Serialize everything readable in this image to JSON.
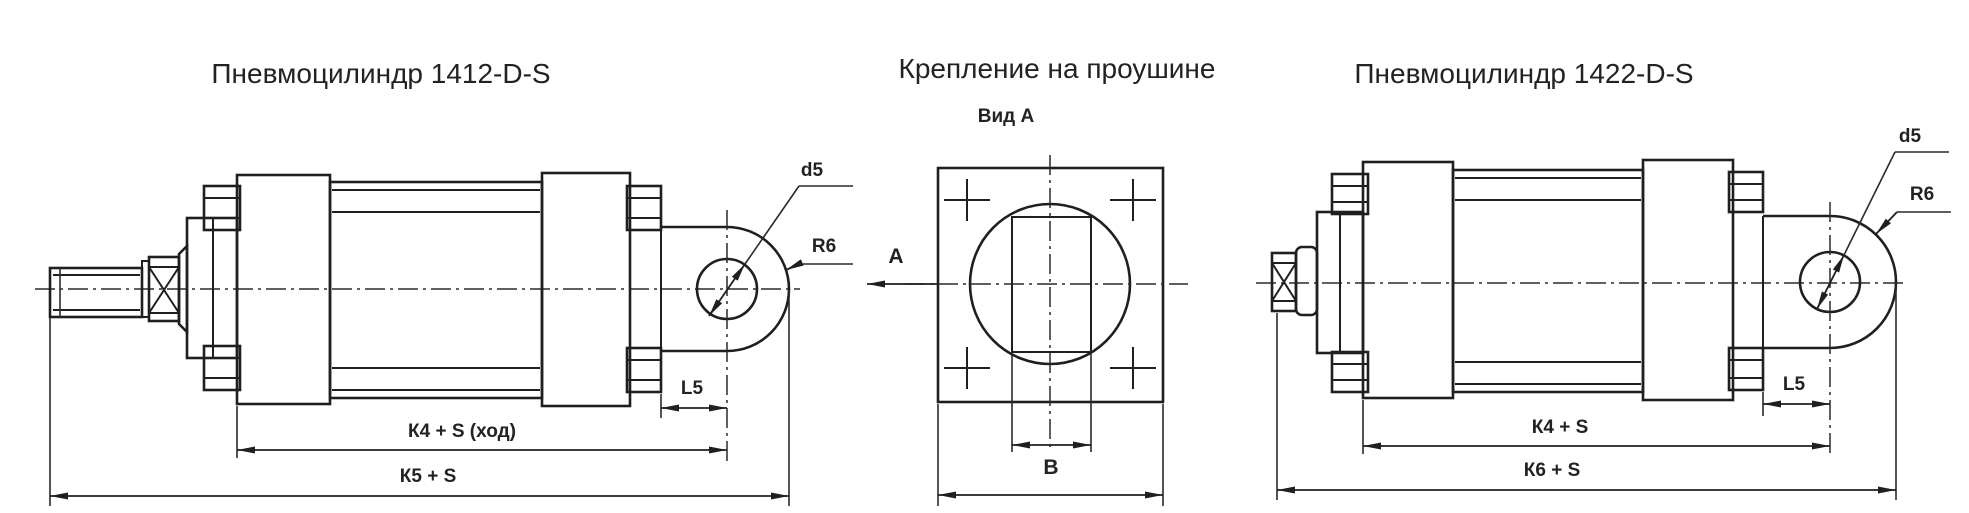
{
  "drawing": {
    "background": "#ffffff",
    "line_color": "#1f1f1f"
  },
  "left_view": {
    "title": "Пневмоцилиндр 1412-D-S",
    "labels": {
      "d5": "d5",
      "r6": "R6",
      "l5": "L5",
      "k4": "К4 + S (ход)",
      "k5": "К5 + S"
    }
  },
  "center_view": {
    "title": "Крепление на проушине",
    "view": "Вид А",
    "arrow": "А",
    "b_label": "В"
  },
  "right_view": {
    "title": "Пневмоцилиндр 1422-D-S",
    "labels": {
      "d5": "d5",
      "r6": "R6",
      "l5": "L5",
      "k4": "К4 + S",
      "k6": "К6 + S"
    }
  }
}
